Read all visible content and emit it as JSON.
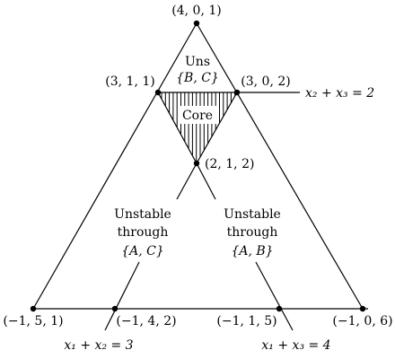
{
  "points": {
    "top": "(4, 0, 1)",
    "upper_left": "(3, 1, 1)",
    "upper_right": "(3, 0, 2)",
    "core_bottom": "(2, 1, 2)",
    "bottom_left": "(−1, 5, 1)",
    "bottom_mid_left": "(−1, 4, 2)",
    "bottom_mid_right": "(−1, 1, 5)",
    "bottom_right": "(−1, 0, 6)"
  },
  "regions": {
    "uns_title": "Uns",
    "uns_set": "{B, C}",
    "core": "Core",
    "left_line1": "Unstable",
    "left_line2": "through",
    "left_line3": "{A, C}",
    "right_line1": "Unstable",
    "right_line2": "through",
    "right_line3": "{A, B}"
  },
  "equations": {
    "x2_x3": "x₂ + x₃ = 2",
    "x1_x2": "x₁ + x₂ = 3",
    "x1_x3": "x₁ + x₃ = 4"
  }
}
